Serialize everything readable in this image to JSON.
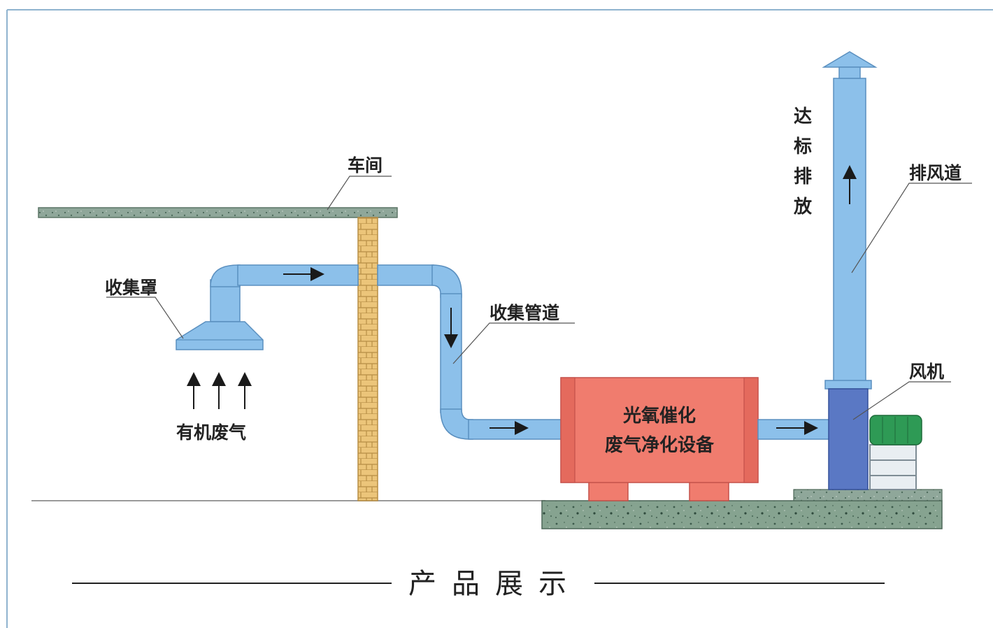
{
  "labels": {
    "workshop": "车间",
    "hood": "收集罩",
    "organic_gas": "有机废气",
    "pipe": "收集管道",
    "device_line1": "光氧催化",
    "device_line2": "废气净化设备",
    "exhaust_duct": "排风道",
    "fan": "风机",
    "discharge_1": "达",
    "discharge_2": "标",
    "discharge_3": "排",
    "discharge_4": "放"
  },
  "footer": {
    "title": "产品展示"
  },
  "colors": {
    "pipe": "#8cc0ea",
    "device": "#f07c6e",
    "fan_motor": "#2e9a55",
    "concrete": "#7f9c8a",
    "brick": "#e7c37a",
    "fan_housing": "#5a78c4"
  }
}
